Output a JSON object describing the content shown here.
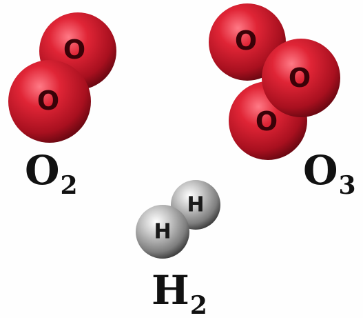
{
  "colors": {
    "oxygen": "#d1192b",
    "oxygen_dark": "#8e0c18",
    "hydrogen": "#9a9a9a",
    "hydrogen_dark": "#4a4a4a",
    "text": "#111111"
  },
  "molecules": [
    {
      "id": "o2",
      "formula": {
        "symbol": "O",
        "subscript": "2"
      },
      "atoms": [
        "O",
        "O"
      ]
    },
    {
      "id": "o3",
      "formula": {
        "symbol": "O",
        "subscript": "3"
      },
      "atoms": [
        "O",
        "O",
        "O"
      ]
    },
    {
      "id": "h2",
      "formula": {
        "symbol": "H",
        "subscript": "2"
      },
      "atoms": [
        "H",
        "H"
      ]
    }
  ]
}
